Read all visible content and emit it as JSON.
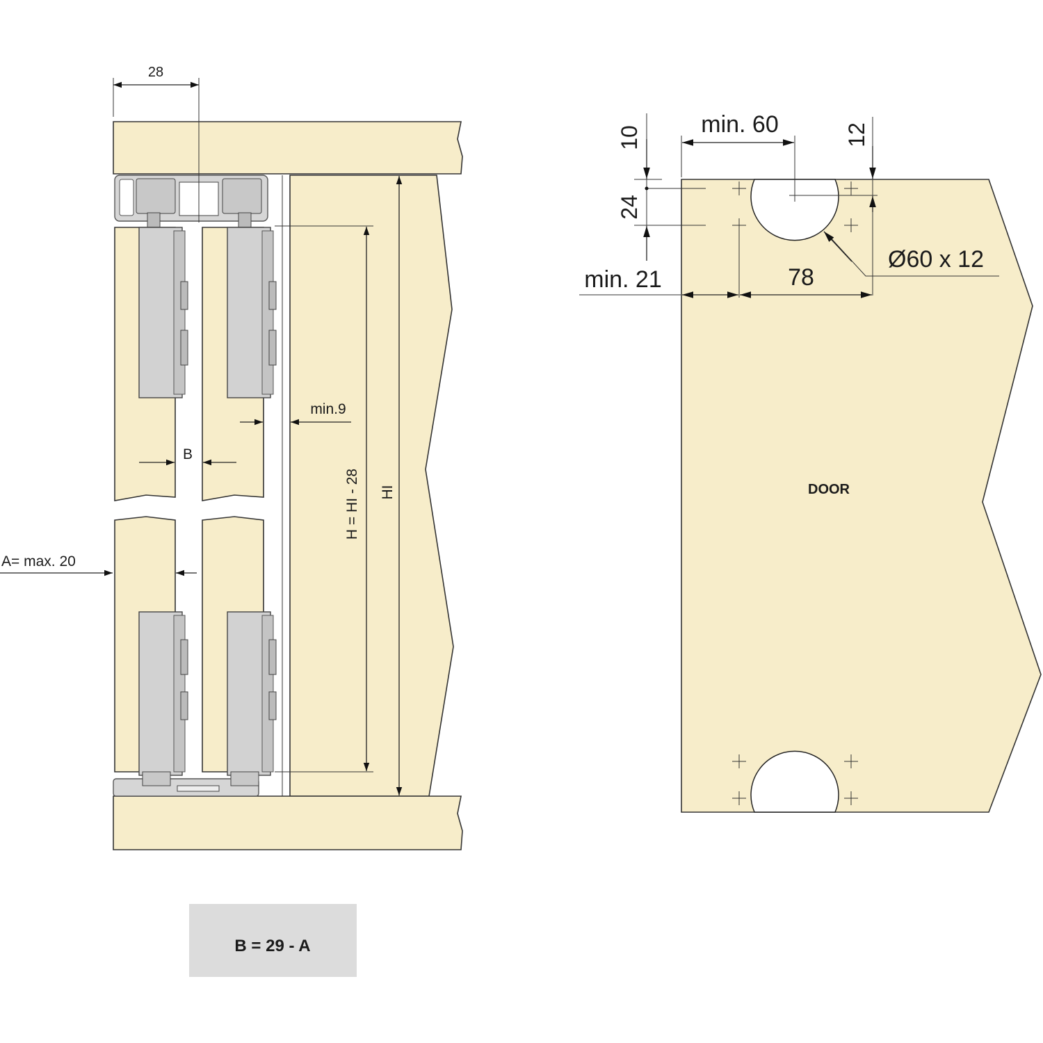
{
  "left_diagram": {
    "dim_top_width": "28",
    "dim_min9": "min.9",
    "dim_b": "B",
    "dim_a": "A= max. 20",
    "dim_h": "H = HI - 28",
    "dim_hi": "HI",
    "formula": "B = 29 - A"
  },
  "right_diagram": {
    "dim_10": "10",
    "dim_min60": "min. 60",
    "dim_12": "12",
    "dim_24": "24",
    "dim_hole": "Ø60 x 12",
    "dim_min21": "min. 21",
    "dim_78": "78",
    "door_label": "DOOR"
  },
  "colors": {
    "wood": "#f7edca",
    "metal": "#d6d6d6",
    "formula_box": "#dcdcdc"
  }
}
